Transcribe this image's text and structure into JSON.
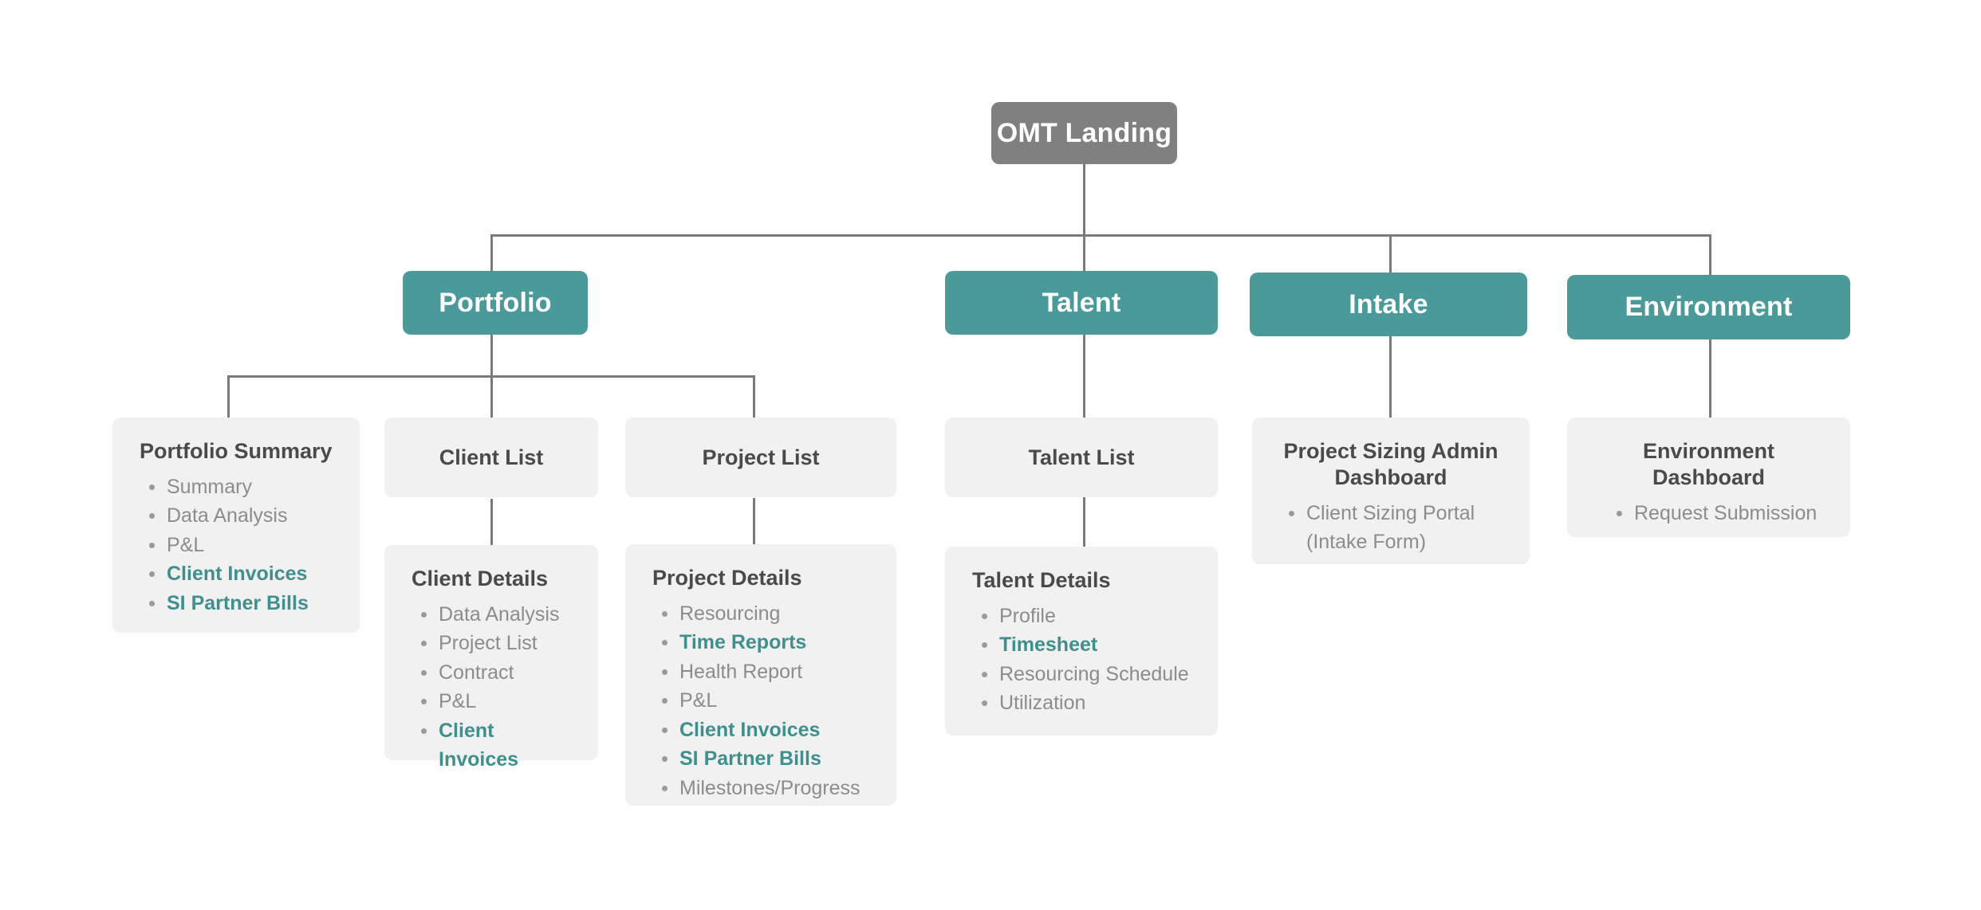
{
  "diagram": {
    "title": "OMT Landing site map",
    "colors": {
      "root_node": "#808080",
      "branch_node": "#4a9a9a",
      "card_background": "#f1f1f1",
      "connector": "#7a7a7a",
      "highlight_text": "#3f8f8f",
      "muted_text": "#8c8c8c",
      "title_text": "#4a4a4a"
    },
    "root": {
      "label": "OMT Landing"
    },
    "branches": [
      {
        "label": "Portfolio"
      },
      {
        "label": "Talent"
      },
      {
        "label": "Intake"
      },
      {
        "label": "Environment"
      }
    ],
    "cards": {
      "portfolio_summary": {
        "title": "Portfolio Summary",
        "items": [
          {
            "label": "Summary",
            "highlight": false
          },
          {
            "label": "Data Analysis",
            "highlight": false
          },
          {
            "label": "P&L",
            "highlight": false
          },
          {
            "label": "Client Invoices",
            "highlight": true
          },
          {
            "label": "SI Partner Bills",
            "highlight": true
          }
        ]
      },
      "client_list": {
        "title": "Client List"
      },
      "client_details": {
        "title": "Client Details",
        "items": [
          {
            "label": "Data Analysis",
            "highlight": false
          },
          {
            "label": "Project List",
            "highlight": false
          },
          {
            "label": "Contract",
            "highlight": false
          },
          {
            "label": "P&L",
            "highlight": false
          },
          {
            "label": "Client Invoices",
            "highlight": true
          }
        ]
      },
      "project_list": {
        "title": "Project List"
      },
      "project_details": {
        "title": "Project Details",
        "items": [
          {
            "label": "Resourcing",
            "highlight": false
          },
          {
            "label": "Time Reports",
            "highlight": true
          },
          {
            "label": "Health Report",
            "highlight": false
          },
          {
            "label": "P&L",
            "highlight": false
          },
          {
            "label": "Client Invoices",
            "highlight": true
          },
          {
            "label": "SI Partner Bills",
            "highlight": true
          },
          {
            "label": "Milestones/Progress",
            "highlight": false
          }
        ]
      },
      "talent_list": {
        "title": "Talent List"
      },
      "talent_details": {
        "title": "Talent Details",
        "items": [
          {
            "label": "Profile",
            "highlight": false
          },
          {
            "label": "Timesheet",
            "highlight": true
          },
          {
            "label": "Resourcing Schedule",
            "highlight": false
          },
          {
            "label": "Utilization",
            "highlight": false
          }
        ]
      },
      "project_sizing_admin_dashboard": {
        "title": "Project Sizing Admin Dashboard",
        "items": [
          {
            "label": "Client Sizing Portal (Intake Form)",
            "highlight": false
          }
        ]
      },
      "environment_dashboard": {
        "title": "Environment Dashboard",
        "items": [
          {
            "label": "Request Submission",
            "highlight": false
          }
        ]
      }
    }
  }
}
